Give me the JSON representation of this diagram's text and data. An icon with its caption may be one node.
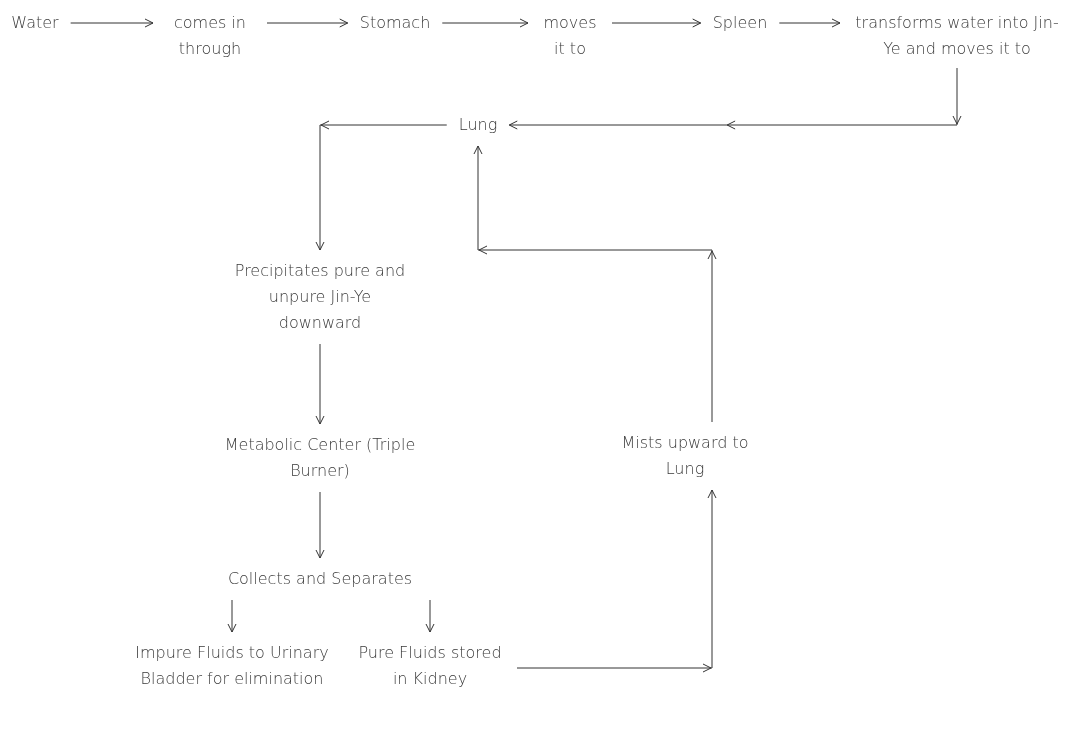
{
  "diagram": {
    "nodes": [
      {
        "text": [
          "Water"
        ]
      },
      {
        "text": [
          "comes in through"
        ]
      },
      {
        "text": [
          "Stomach"
        ]
      },
      {
        "text": [
          "moves it to"
        ]
      },
      {
        "text": [
          "Spleen"
        ]
      },
      {
        "text": [
          "transforms water into Jin-Ye and moves it to"
        ]
      },
      {
        "text": [
          "Lung"
        ]
      },
      {
        "text": [
          "Precipitates pure and unpure Jin-Ye downward"
        ]
      },
      {
        "text": [
          "Metabolic Center (Triple Burner)"
        ]
      },
      {
        "text": [
          "Collects and Separates"
        ]
      },
      {
        "text": [
          "Impure Fluids to Urinary Bladder for elimination"
        ]
      },
      {
        "text": [
          "Pure Fluids stored in Kidney"
        ]
      },
      {
        "text": [
          "Mists upward to Lung"
        ]
      }
    ],
    "edges": [
      {
        "from": 0,
        "to": 1,
        "arrow": "to"
      },
      {
        "from": 1,
        "to": 2,
        "arrow": "to"
      },
      {
        "from": 2,
        "to": 3,
        "arrow": "to"
      },
      {
        "from": 3,
        "to": 4,
        "arrow": "to"
      },
      {
        "from": 4,
        "to": 5,
        "arrow": "to"
      },
      {
        "from": 5,
        "to": 6,
        "arrow": "to"
      },
      {
        "from": 6,
        "to": 7,
        "arrow": "to"
      },
      {
        "from": 7,
        "to": 8,
        "arrow": "to"
      },
      {
        "from": 8,
        "to": 9,
        "arrow": "to"
      },
      {
        "from": 9,
        "to": 10,
        "arrow": "to"
      },
      {
        "from": 9,
        "to": 11,
        "arrow": "to"
      },
      {
        "from": 11,
        "to": 12,
        "arrow": "to"
      },
      {
        "from": 12,
        "to": 6,
        "arrow": "to"
      }
    ]
  }
}
